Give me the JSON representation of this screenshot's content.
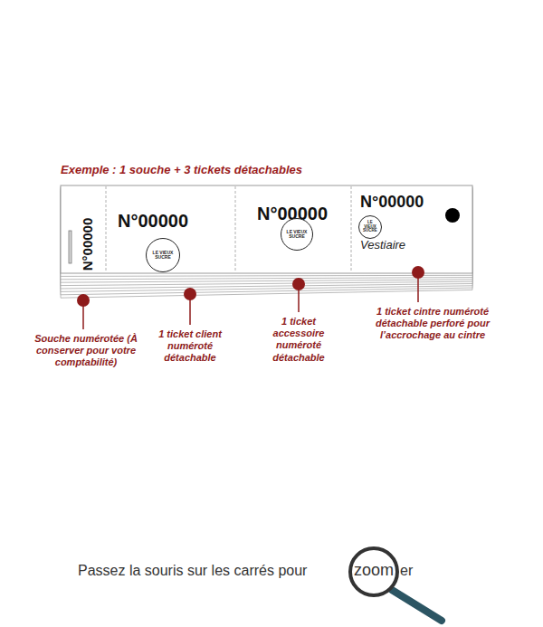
{
  "diagram": {
    "title": "Exemple : 1 souche + 3 tickets détachables",
    "nodes": [
      {
        "text": [
          "N°00000"
        ]
      },
      {
        "text": [
          "N°00000",
          "LE VIEUX SUCRE"
        ]
      },
      {
        "text": [
          "N°00000",
          "LE VIEUX SUCRE"
        ]
      },
      {
        "text": [
          "N°00000",
          "LE VIEUX SUCRE",
          "Vestiaire"
        ]
      }
    ],
    "edges": [],
    "labels": [
      "Souche numérotée (À conserver pour votre comptabilité)",
      "1 ticket client numéroté détachable",
      "1 ticket accessoire numéroté détachable",
      "1 ticket cintre numéroté détachable perforé pour l’accrochage au cintre",
      "Passez la souris sur les carrés pour",
      "zoom",
      "er"
    ]
  }
}
